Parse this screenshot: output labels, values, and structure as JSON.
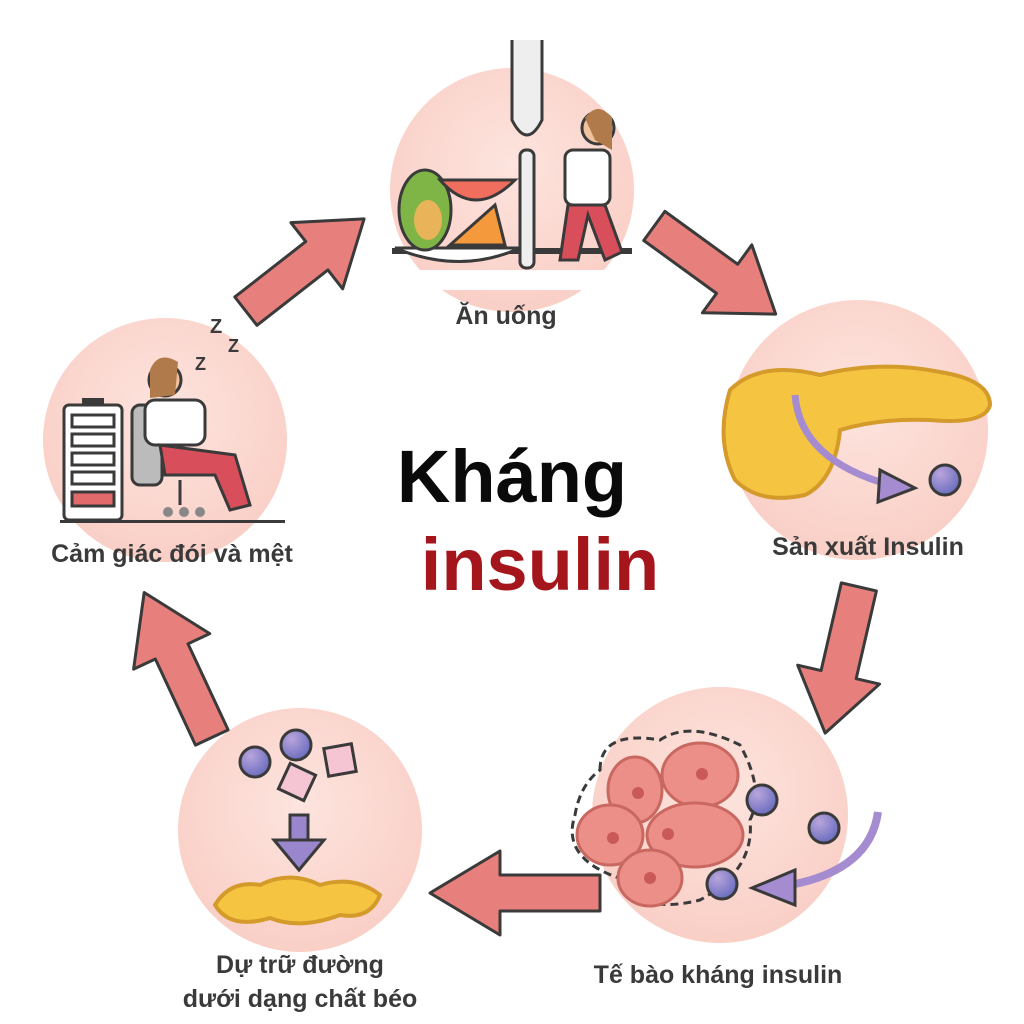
{
  "title": {
    "line1": "Kháng",
    "line2": "insulin"
  },
  "steps": [
    {
      "label": "Ăn uống",
      "icon": "food-fork-person-icon"
    },
    {
      "label": "Sản xuất Insulin",
      "icon": "pancreas-icon"
    },
    {
      "label": "Tế bào kháng insulin",
      "icon": "resistant-cells-icon"
    },
    {
      "label_line1": "Dự trữ đường",
      "label_line2": "dưới dạng chất béo",
      "icon": "fat-storage-icon"
    },
    {
      "label": "Cảm giác đói và mệt",
      "icon": "tired-person-battery-icon"
    }
  ],
  "sleep_text": "Z Z Z",
  "colors": {
    "circle": "#fbd9d2",
    "arrow": "#e7807c",
    "accent": "#a5161c",
    "insulin": "#7c79c4",
    "fat": "#f5c542"
  }
}
